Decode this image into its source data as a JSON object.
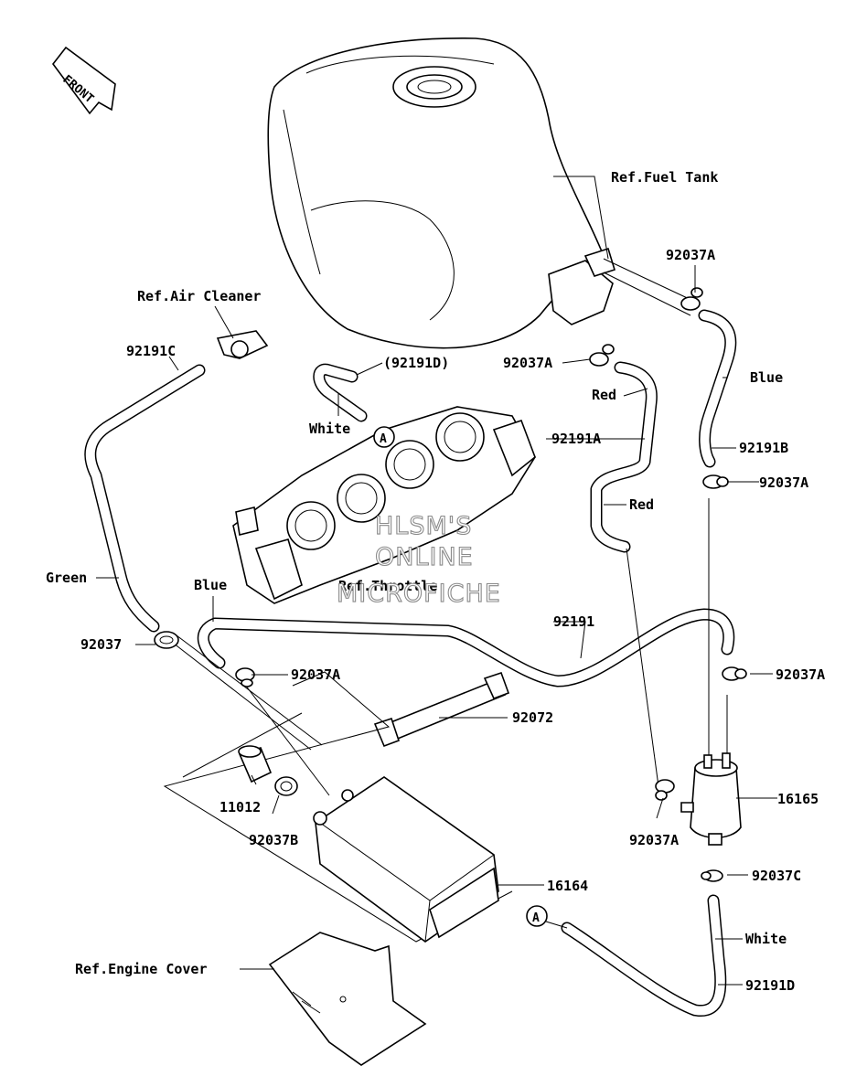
{
  "front_label": "FRONT",
  "watermark": {
    "line1": "HLSM'S",
    "line2": "ONLINE",
    "line3": "MICROFICHE"
  },
  "callouts": {
    "fuel_tank": "Ref.Fuel Tank",
    "air_cleaner": "Ref.Air Cleaner",
    "throttle": "Ref.Throttle",
    "engine_cover": "Ref.Engine Cover",
    "p92191c": "92191C",
    "p92191d_top": "(92191D)",
    "white_top": "White",
    "p92037a_1": "92037A",
    "p92037a_2": "92037A",
    "p92037a_3": "92037A",
    "p92037a_4": "92037A",
    "p92037a_5": "92037A",
    "p92037a_6": "92037A",
    "blue_right": "Blue",
    "red_1": "Red",
    "red_2": "Red",
    "p92191a": "92191A",
    "p92191b": "92191B",
    "green": "Green",
    "blue_left": "Blue",
    "p92191": "92191",
    "p92037": "92037",
    "p92072": "92072",
    "p11012": "11012",
    "p92037b": "92037B",
    "p16165": "16165",
    "p16164": "16164",
    "p92037c": "92037C",
    "white_bottom": "White",
    "p92191d": "92191D",
    "ref_a_top": "A",
    "ref_a_bottom": "A"
  }
}
